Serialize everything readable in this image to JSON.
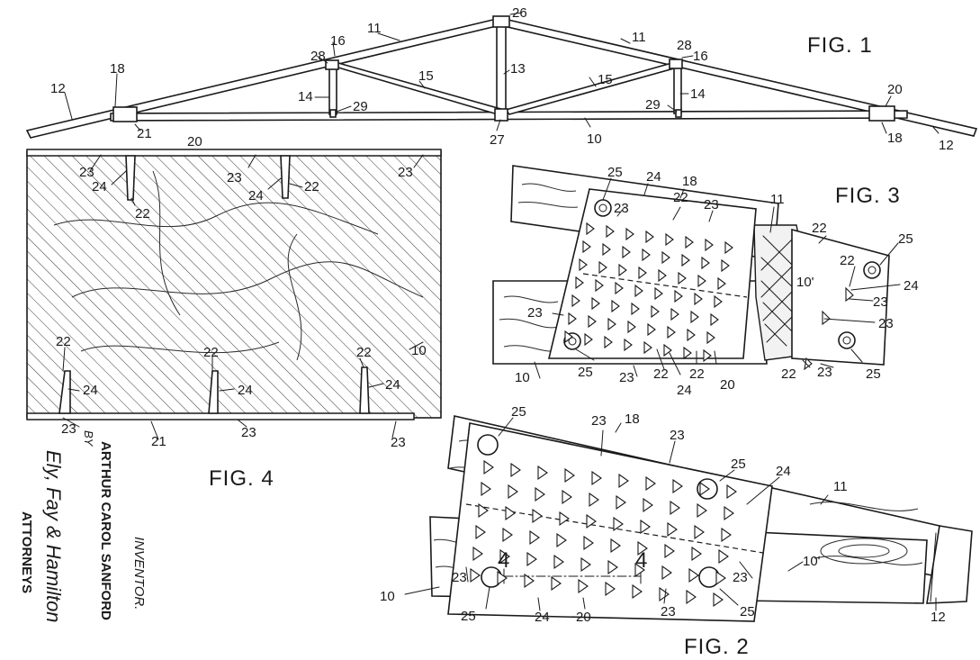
{
  "figures": {
    "fig1": "FIG. 1",
    "fig2": "FIG. 2",
    "fig3": "FIG. 3",
    "fig4": "FIG. 4"
  },
  "signature": {
    "inventor_heading": "INVENTOR.",
    "inventor_name": "ARTHUR CAROL SANFORD",
    "by": "BY",
    "attorney_signature": "Ely, Fay & Hamilton",
    "attorneys": "ATTORNEYS"
  },
  "fig1_labels": {
    "top_chord_left": "11",
    "top_chord_right": "11",
    "apex": "26",
    "left_plate": "16",
    "right_plate": "16",
    "left_plate_pin": "28",
    "right_plate_pin": "28",
    "left_web": "15",
    "right_web": "15",
    "king_post": "13",
    "left_strut": "14",
    "right_strut": "14",
    "left_heel": "18",
    "right_heel": "18",
    "left_overhang": "12",
    "right_overhang": "12",
    "left_heel_plate": "21",
    "right_heel_plate": "20",
    "left_clip": "29",
    "right_clip": "29",
    "bottom_splice": "27",
    "bottom_chord": "10"
  },
  "fig4_labels": [
    {
      "id": "plate-top",
      "text": "20"
    },
    {
      "id": "tooth-top-1",
      "text": "23"
    },
    {
      "id": "prong-top-1",
      "text": "24"
    },
    {
      "id": "bar-top-1",
      "text": "22"
    },
    {
      "id": "tooth-top-2",
      "text": "23"
    },
    {
      "id": "prong-top-2",
      "text": "24"
    },
    {
      "id": "bar-top-2",
      "text": "22"
    },
    {
      "id": "tooth-top-3",
      "text": "23"
    },
    {
      "id": "bar-bot-1",
      "text": "22"
    },
    {
      "id": "prong-bot-1",
      "text": "24"
    },
    {
      "id": "bar-bot-2",
      "text": "22"
    },
    {
      "id": "prong-bot-2",
      "text": "24"
    },
    {
      "id": "bar-bot-3",
      "text": "22"
    },
    {
      "id": "prong-bot-3",
      "text": "24"
    },
    {
      "id": "chord",
      "text": "10"
    },
    {
      "id": "tooth-bot-1",
      "text": "23"
    },
    {
      "id": "plate-bot",
      "text": "21"
    },
    {
      "id": "tooth-bot-2",
      "text": "23"
    },
    {
      "id": "tooth-bot-3",
      "text": "23"
    }
  ],
  "fig3_labels": [
    {
      "id": "hole-tl",
      "text": "25"
    },
    {
      "id": "tooth-a",
      "text": "23"
    },
    {
      "id": "prong-a",
      "text": "24"
    },
    {
      "id": "heel",
      "text": "18"
    },
    {
      "id": "bar-a",
      "text": "22"
    },
    {
      "id": "tooth-b",
      "text": "23"
    },
    {
      "id": "chord-top",
      "text": "11"
    },
    {
      "id": "bar-b",
      "text": "22"
    },
    {
      "id": "hole-r",
      "text": "25"
    },
    {
      "id": "bar-c",
      "text": "22"
    },
    {
      "id": "chord-split",
      "text": "10'"
    },
    {
      "id": "prong-b",
      "text": "24"
    },
    {
      "id": "tooth-c",
      "text": "23"
    },
    {
      "id": "tooth-d",
      "text": "23"
    },
    {
      "id": "tooth-e",
      "text": "23"
    },
    {
      "id": "chord-bottom",
      "text": "10"
    },
    {
      "id": "hole-bl",
      "text": "25"
    },
    {
      "id": "tooth-f",
      "text": "23"
    },
    {
      "id": "bar-d",
      "text": "22"
    },
    {
      "id": "prong-c",
      "text": "24"
    },
    {
      "id": "bar-e",
      "text": "22"
    },
    {
      "id": "plate",
      "text": "20"
    },
    {
      "id": "bar-f",
      "text": "22"
    },
    {
      "id": "tooth-g",
      "text": "23"
    },
    {
      "id": "hole-br",
      "text": "25"
    }
  ],
  "fig2_labels": [
    {
      "id": "hole-tl",
      "text": "25"
    },
    {
      "id": "tooth-a",
      "text": "23"
    },
    {
      "id": "heel",
      "text": "18"
    },
    {
      "id": "tooth-b",
      "text": "23"
    },
    {
      "id": "hole-tr",
      "text": "25"
    },
    {
      "id": "prong-a",
      "text": "24"
    },
    {
      "id": "chord-top",
      "text": "11"
    },
    {
      "id": "chord-bottom",
      "text": "10"
    },
    {
      "id": "tooth-c",
      "text": "23"
    },
    {
      "id": "section-left",
      "text": "4"
    },
    {
      "id": "section-right",
      "text": "4"
    },
    {
      "id": "tooth-d",
      "text": "23"
    },
    {
      "id": "chord-split",
      "text": "10'"
    },
    {
      "id": "hole-bl",
      "text": "25"
    },
    {
      "id": "prong-b",
      "text": "24"
    },
    {
      "id": "plate",
      "text": "20"
    },
    {
      "id": "tooth-e",
      "text": "23"
    },
    {
      "id": "hole-br",
      "text": "25"
    },
    {
      "id": "overhang",
      "text": "12"
    }
  ]
}
